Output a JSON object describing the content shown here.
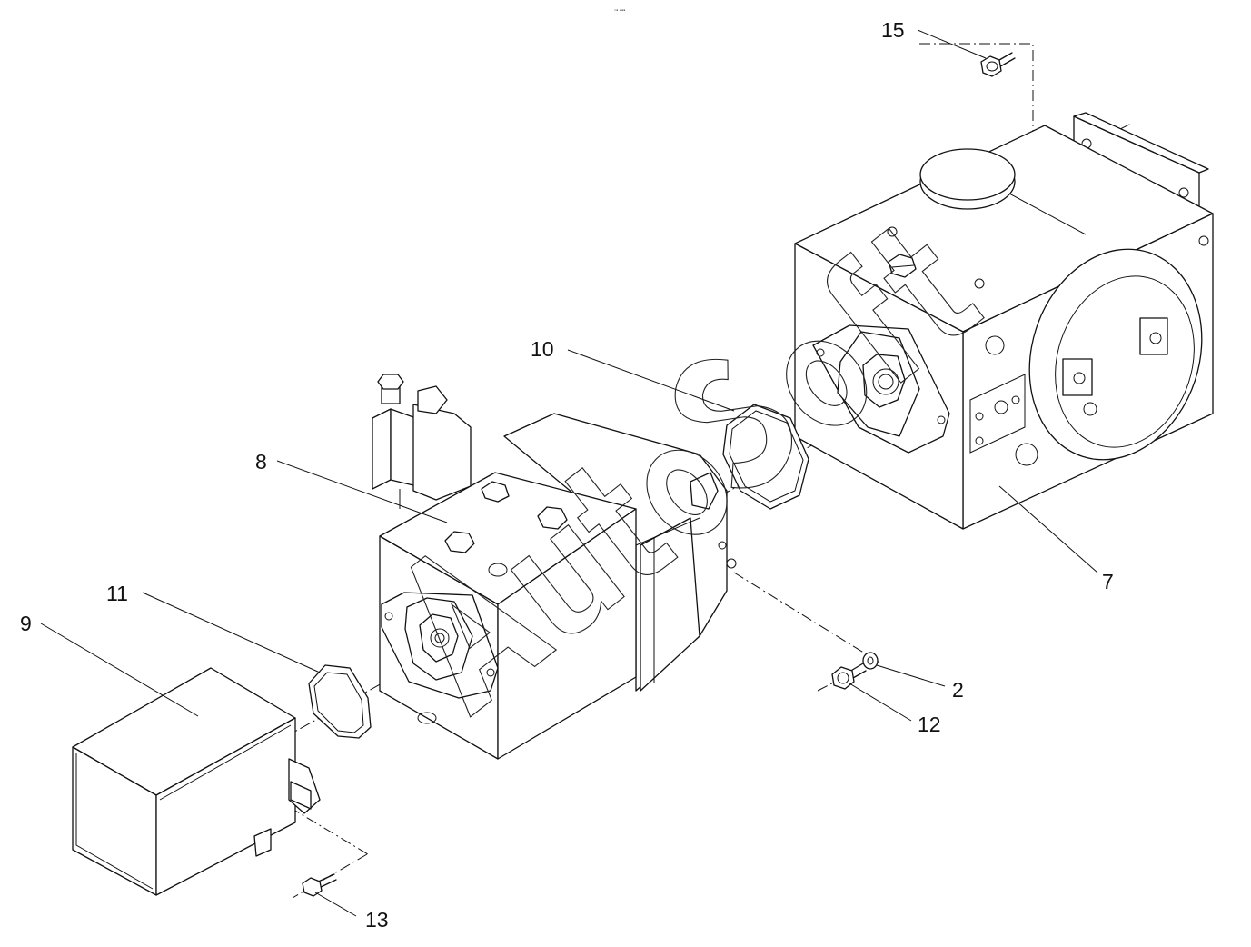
{
  "top_mark": "▫▪ ▪▪▪",
  "callouts": {
    "c2": "2",
    "c7": "7",
    "c8": "8",
    "c9": "9",
    "c10": "10",
    "c11": "11",
    "c12": "12",
    "c13": "13",
    "c15": "15"
  },
  "watermark": "AutoSoft"
}
